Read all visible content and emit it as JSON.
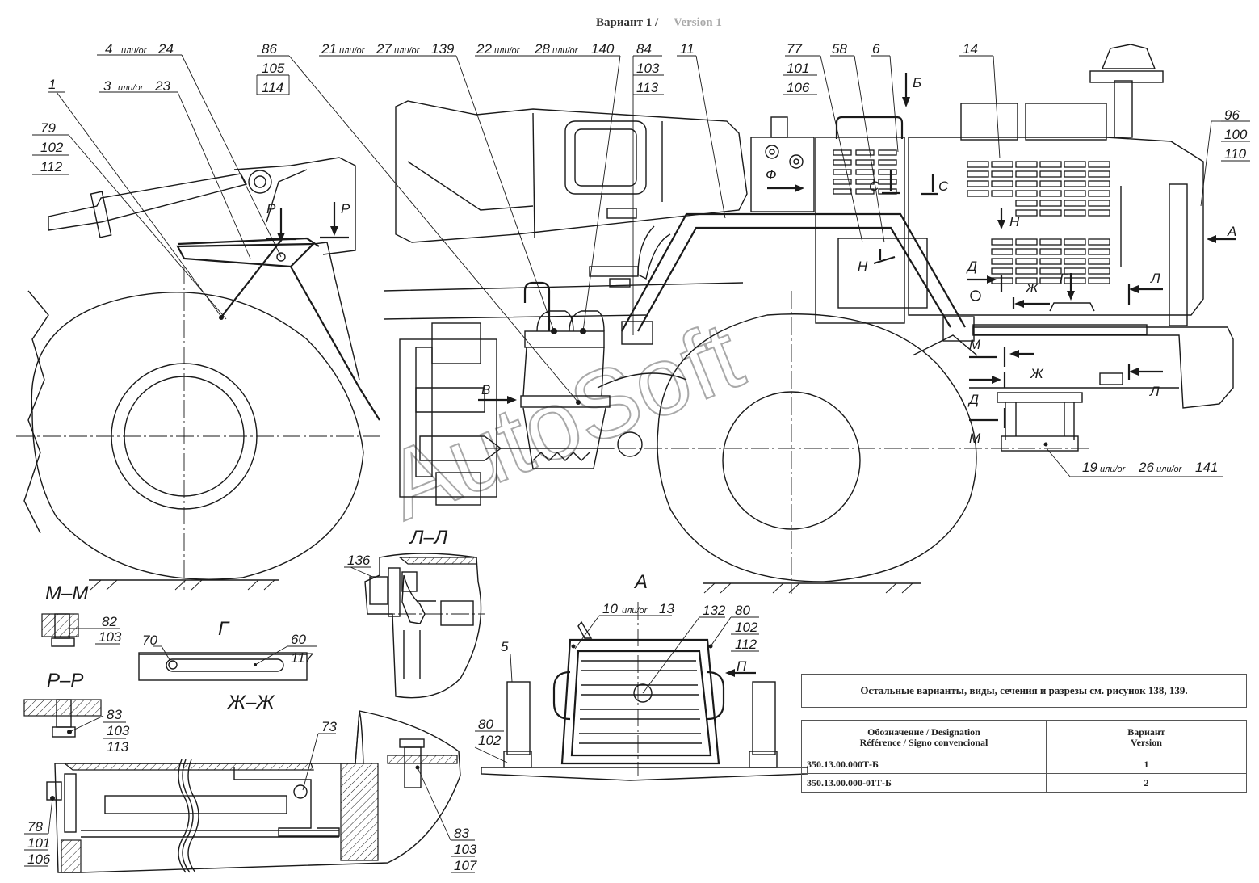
{
  "title": {
    "main": "Вариант 1 /",
    "sub": "Version 1"
  },
  "note": "Остальные варианты, виды, сечения и разрезы см. рисунок 138, 139.",
  "table": {
    "headers": [
      "Обозначение / Designation\nRéférence / Signo convencional",
      "Вариант\nVersion"
    ],
    "rows": [
      [
        "350.13.00.000Т-Б",
        "1"
      ],
      [
        "350.13.00.000-01Т-Б",
        "2"
      ]
    ]
  },
  "sections": {
    "mm": "М–М",
    "rr": "Р–Р",
    "g": "Г",
    "ll": "Л–Л",
    "zhzh": "Ж–Ж",
    "a": "А"
  },
  "view_markers": {
    "b": "Б",
    "f": "Ф",
    "s1": "С",
    "s2": "С",
    "n1": "Н",
    "n2": "Н",
    "a": "А",
    "l1": "Л",
    "l2": "Л",
    "d1": "Д",
    "d2": "Д",
    "zh1": "Ж",
    "zh2": "Ж",
    "g": "Г",
    "m1": "М",
    "m2": "М",
    "v": "В",
    "r1": "Р",
    "r2": "Р",
    "p": "П"
  },
  "callouts": {
    "c4": {
      "n": "4",
      "sep": "или/or",
      "m": "24"
    },
    "c3": {
      "n": "3",
      "sep": "или/or",
      "m": "23"
    },
    "c1": "1",
    "c79": [
      "79",
      "102",
      "112"
    ],
    "c86": [
      "86",
      "105",
      "114"
    ],
    "c21": {
      "a": "21",
      "sep1": "или/or",
      "b": "27",
      "sep2": "или/or",
      "c": "139"
    },
    "c22": {
      "a": "22",
      "sep1": "или/or",
      "b": "28",
      "sep2": "или/or",
      "c": "140"
    },
    "c84": [
      "84",
      "103",
      "113"
    ],
    "c11": "11",
    "c77": [
      "77",
      "101",
      "106"
    ],
    "c58": "58",
    "c6": "6",
    "c14": "14",
    "c96": [
      "96",
      "100",
      "110"
    ],
    "c19": {
      "a": "19",
      "sep1": "или/or",
      "b": "26",
      "sep2": "или/or",
      "c": "141"
    },
    "c82": [
      "82",
      "103"
    ],
    "c70": "70",
    "c60": [
      "60",
      "117"
    ],
    "c136": "136",
    "c83a": [
      "83",
      "103",
      "113"
    ],
    "c73": "73",
    "c83b": [
      "83",
      "103",
      "107"
    ],
    "c78": [
      "78",
      "101",
      "106"
    ],
    "c10": {
      "a": "10",
      "sep": "или/or",
      "b": "13"
    },
    "c132": "132",
    "c80a": [
      "80",
      "102",
      "112"
    ],
    "c5": "5",
    "c80b": [
      "80",
      "102"
    ]
  },
  "watermark": "AutoSoft"
}
